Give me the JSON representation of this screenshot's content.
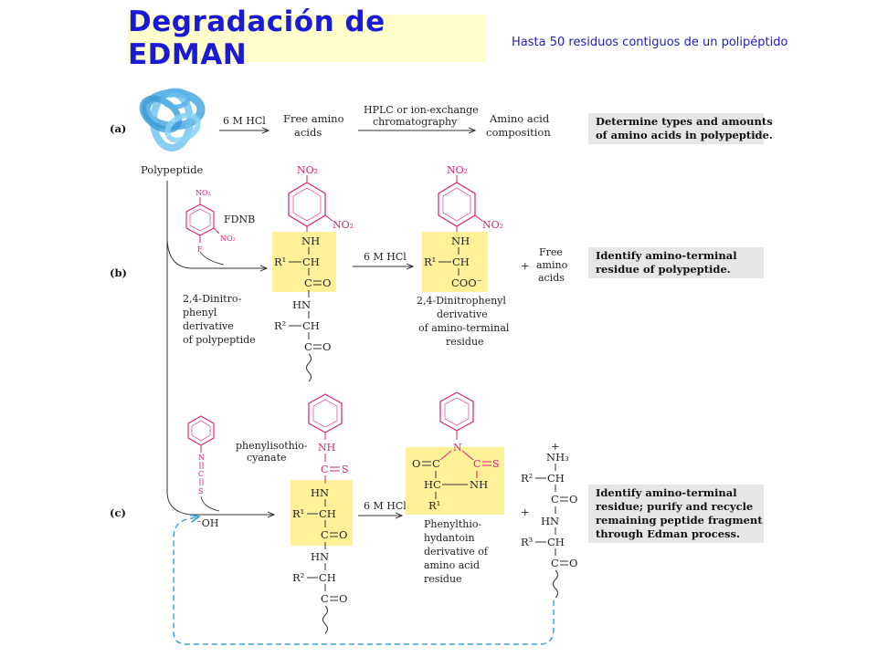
{
  "header": {
    "title": "Degradación de EDMAN",
    "subtitle": "Hasta 50 residuos contiguos de un polipéptido"
  },
  "panel_a": {
    "label": "(a)",
    "polypeptide": "Polypeptide",
    "reagent": "6 M HCl",
    "product_line1": "Free amino",
    "product_line2": "acids",
    "method_line1": "HPLC or ion-exchange",
    "method_line2": "chromatography",
    "result_line1": "Amino acid",
    "result_line2": "composition",
    "note_line1": "Determine types and amounts",
    "note_line2": "of amino acids in polypeptide."
  },
  "panel_b": {
    "label": "(b)",
    "reagent_name": "FDNB",
    "no2": "NO₂",
    "fluorine": "F",
    "derivative_line1": "2,4-Dinitro-",
    "derivative_line2": "phenyl",
    "derivative_line3": "derivative",
    "derivative_line4": "of polypeptide",
    "acid": "6 M HCl",
    "product_line1": "2,4-Dinitrophenyl",
    "product_line2": "derivative",
    "product_line3": "of amino-terminal",
    "product_line4": "residue",
    "free_line1": "Free",
    "free_line2": "amino",
    "free_line3": "acids",
    "plus": "+",
    "nh": "NH",
    "r1": "R¹",
    "ch": "CH",
    "co": "C",
    "o": "O",
    "hn": "HN",
    "r2": "R²",
    "coo": "COO⁻",
    "note_line1": "Identify amino-terminal",
    "note_line2": "residue of polypeptide."
  },
  "panel_c": {
    "label": "(c)",
    "reagent_line1": "phenylisothio-",
    "reagent_line2": "cyanate",
    "n": "N",
    "c": "C",
    "s": "S",
    "oh": "⁻OH",
    "acid": "6 M HCl",
    "nh": "NH",
    "hn": "HN",
    "r1": "R¹",
    "r2": "R²",
    "r3": "R³",
    "ch": "CH",
    "hc": "HC",
    "o": "O",
    "nh3": "NH₃",
    "plus_charge": "+",
    "plus": "+",
    "product_line1": "Phenylthio-",
    "product_line2": "hydantoin",
    "product_line3": "derivative of",
    "product_line4": "amino acid",
    "product_line5": "residue",
    "note_line1": "Identify amino-terminal",
    "note_line2": "residue; purify and recycle",
    "note_line3": "remaining peptide fragment",
    "note_line4": "through Edman process."
  }
}
